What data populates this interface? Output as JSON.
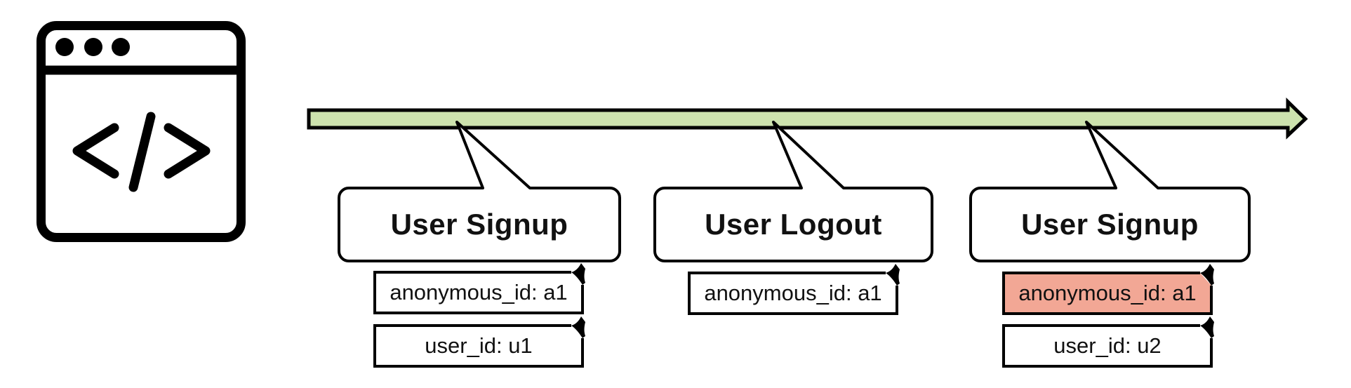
{
  "colors": {
    "timeline_fill": "#cde3ae",
    "highlight_fill": "#f2a795",
    "note_fill": "#ffffff",
    "stroke": "#000000"
  },
  "icon": {
    "glyph": "</>"
  },
  "events": [
    {
      "title": "User Signup",
      "notes": [
        {
          "text": "anonymous_id: a1",
          "highlighted": false
        },
        {
          "text": "user_id: u1",
          "highlighted": false
        }
      ]
    },
    {
      "title": "User Logout",
      "notes": [
        {
          "text": "anonymous_id: a1",
          "highlighted": false
        }
      ]
    },
    {
      "title": "User Signup",
      "notes": [
        {
          "text": "anonymous_id: a1",
          "highlighted": true
        },
        {
          "text": "user_id: u2",
          "highlighted": false
        }
      ]
    }
  ]
}
